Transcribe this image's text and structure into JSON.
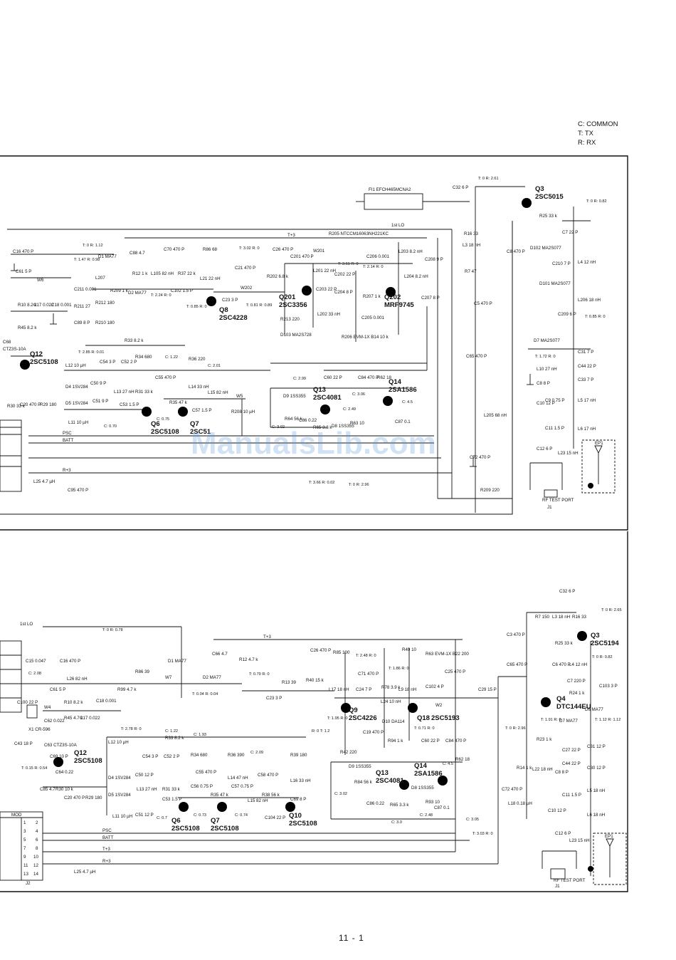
{
  "legend": [
    "C: COMMON",
    "T: TX",
    "R: RX"
  ],
  "page_number": "11 - 1",
  "watermark": "ManualsLib.com",
  "upper": {
    "transistors": [
      {
        "ref": "Q12",
        "type": "2SC5108"
      },
      {
        "ref": "Q8",
        "type": "2SC4228"
      },
      {
        "ref": "Q201",
        "type": "2SC3356"
      },
      {
        "ref": "Q202",
        "type": "MRF9745"
      },
      {
        "ref": "Q3",
        "type": "2SC5015"
      },
      {
        "ref": "Q13",
        "type": "2SC4081"
      },
      {
        "ref": "Q14",
        "type": "2SA1586"
      },
      {
        "ref": "Q6",
        "type": "2SC5108"
      },
      {
        "ref": "Q7",
        "type": "2SC51"
      }
    ],
    "filter": "FI1 EFCH465MCNA2",
    "rail_labels": [
      "1st LO",
      "T+3",
      "PSC",
      "BATT",
      "R+3"
    ],
    "port": "RF TEST PORT",
    "parts": [
      "C16 470 P",
      "C61 5 P",
      "W6",
      "R10 8.2 k",
      "C17 0.022",
      "C18 0.001",
      "R45 8.2 k",
      "C68",
      "CTZ3S-10A",
      "L12 10 µH",
      "D4 1SV284",
      "D5 1SV284",
      "R30 33 k",
      "C20 470 P",
      "R29 180",
      "L11 10 µH",
      "C95 470 P",
      "L25 4.7 µH",
      "C88 4.7",
      "D1 MA77",
      "C70 470 P",
      "R86 68",
      "R12 1 k",
      "R209 1 k",
      "D2 MA77",
      "L105 82 nH",
      "R37 22 k",
      "L21 22 nH",
      "C102 1.5 P",
      "L207",
      "C211 0.001",
      "R211 27",
      "R212 180",
      "R210 180",
      "C89 8 P",
      "C21 470 P",
      "C26 470 P",
      "C23 3 P",
      "W202",
      "R202 6.8 k",
      "C201 470 P",
      "R213 220",
      "D103 MA2S728",
      "L201 22 nH",
      "L202 33 nH",
      "C202 22 P",
      "C203 22 P",
      "C204 8 P",
      "R207 1 k",
      "C205 0.001",
      "R206 EVM-1X B14 10 k",
      "C206 0.001",
      "L203 8.2 nH",
      "L204 8.2 nH",
      "C207 8 P",
      "C208 9 P",
      "R205 NTCCM16063NH221KC",
      "W201",
      "R33 8.2 k",
      "C54 3 P",
      "C52 2 P",
      "R34 680",
      "R36 220",
      "C55 470 P",
      "L14 33 nH",
      "L13 27 nH",
      "R31 33 k",
      "C53 1.5 P",
      "R35 47 k",
      "C57 1.5 P",
      "L15 82 nH",
      "R208 10 µH",
      "W5",
      "C50 9 P",
      "C51 9 P",
      "C60 22 P",
      "C84 470 P",
      "R62 18",
      "D9 1SS355",
      "R64 56 k",
      "C86 0.22",
      "R65 3.3 k",
      "D8 1SS355",
      "R63 10",
      "C87 0.1",
      "C65 470 P",
      "L205 68 nH",
      "C72 470 P",
      "R209 220",
      "C32 6 P",
      "R16 33",
      "L3 18 nH",
      "R7 47",
      "C5 470 P",
      "R25 33 k",
      "C7 22 P",
      "C8 470 P",
      "D102 MA2S077",
      "L4 12 nH",
      "C210 7 P",
      "D101 MA2S077",
      "L206 18 nH",
      "C209 6 P",
      "D7 MA2S077",
      "C31 7 P",
      "C44 22 P",
      "C33 7 P",
      "L10 27 nH",
      "C8 8 P",
      "C9 0.75 P",
      "C10 12 P",
      "C11 1.5 P",
      "C12 6 P",
      "L5 17 nH",
      "L6 17 nH",
      "L23 15 nH",
      "EP1",
      "J1"
    ],
    "voltages": [
      "T: 0 R: 1.12",
      "T: 1.47 R: 0.98",
      "T: 2.24 R: 0",
      "T: 0.85 R: 0",
      "T: 3.02 R: 0",
      "T: 0.81 R: 0.89",
      "T: 3.61 R: 0",
      "T: 2.14 R: 0",
      "T: 2.85 R: 0.01",
      "C: 1.22",
      "C: 2.01",
      "C: 0.75",
      "C: 0.70",
      "C: 2.99",
      "C: 3.06",
      "C: 2.49",
      "C: 4.5",
      "C: 3.02",
      "T: 3.66 R: 0.02",
      "T: 0 R: 2.96",
      "T: 0 R: 2.61",
      "T: 0 R: 0.82",
      "T: 0.85 R: 0",
      "T: 1.72 R: 0"
    ]
  },
  "lower": {
    "transistors": [
      {
        "ref": "Q12",
        "type": "2SC5108"
      },
      {
        "ref": "Q9",
        "type": "2SC4226"
      },
      {
        "ref": "Q18",
        "type": "2SC5193"
      },
      {
        "ref": "Q3",
        "type": "2SC5194"
      },
      {
        "ref": "Q4",
        "type": "DTC144EU"
      },
      {
        "ref": "Q13",
        "type": "2SC4081"
      },
      {
        "ref": "Q14",
        "type": "2SA1586"
      },
      {
        "ref": "Q6",
        "type": "2SC5108"
      },
      {
        "ref": "Q7",
        "type": "2SC5108"
      },
      {
        "ref": "Q10",
        "type": "2SC5108"
      }
    ],
    "connector": "J2",
    "connector_title": "MOD",
    "connector_pins": [
      "1",
      "2",
      "3",
      "4",
      "5",
      "6",
      "7",
      "8",
      "9",
      "10",
      "11",
      "12",
      "13",
      "14"
    ],
    "rail_labels": [
      "1st LO",
      "T+3",
      "PSC",
      "BATT",
      "R+3"
    ],
    "port": "RF TEST PORT",
    "parts": [
      "C15 0.047",
      "C16 470 P",
      "L26 82 nH",
      "C61 5 P",
      "W4",
      "R10 8.2 k",
      "C18 0.001",
      "C100 22 P",
      "R45 4.7 k",
      "C62 0.022",
      "C17 0.022",
      "X1 CR-596",
      "C43 18 P",
      "C63 CTZ3S-10A",
      "C69 10 P",
      "C64 0.22",
      "C85 4.7",
      "R30 10 k",
      "C20 470 P",
      "R29 180",
      "D1 MA77",
      "C66 4.7",
      "R12 4.7 k",
      "R86 39",
      "W7",
      "R99 4.7 k",
      "D2 MA77",
      "C26 470 P",
      "R13 39",
      "C23 3 P",
      "R40 15 k",
      "R85 100",
      "L17 18 nH",
      "C71 470 P",
      "C24 7 P",
      "R42 220",
      "C19 470 P",
      "R49 10",
      "R63 EVM-1X B22 200",
      "C25 470 P",
      "R78 3.9 k",
      "L9 18 nH",
      "C102 4 P",
      "L24 10 nH",
      "D10 DA114",
      "W2",
      "R94 1 k",
      "C60 22 P",
      "C84 470 P",
      "R62 18",
      "C29 15 P",
      "L12 10 µH",
      "R33 8.2 k",
      "C54 3 P",
      "C52 2 P",
      "R34 680",
      "R36 390",
      "D4 1SV284",
      "C50 12 P",
      "L13 27 nH",
      "R31 33 k",
      "C53 1.5 P",
      "D5 1SV284",
      "L11 10 µH",
      "C51 12 P",
      "C55 470 P",
      "L14 47 nH",
      "C56 0.75 P",
      "C57 0.75 P",
      "R35 47 k",
      "L15 82 nH",
      "R38 56 k",
      "C58 470 P",
      "R39 180",
      "L16 33 nH",
      "C104 22 P",
      "C69 8 P",
      "D9 1SS355",
      "R84 56 k",
      "C86 0.22",
      "R65 3.3 k",
      "D8 1SS355",
      "R93 10",
      "C87 0.1",
      "L25 4.7 µH",
      "C32 6 P",
      "R7 150",
      "L3 18 nH",
      "R16 33",
      "C3 470 P",
      "C65 470 P",
      "R25 33 k",
      "C6 470 P",
      "C7 220 P",
      "L4 12 nH",
      "C103 3 P",
      "R24 1 k",
      "D6 MA77",
      "D7 MA77",
      "R23 1 k",
      "C27 22 P",
      "R14 1 k",
      "L22 18 nH",
      "C8 8 P",
      "C72 470 P",
      "L18 0.18 µH",
      "C44 22 P",
      "C31 12 P",
      "C30 12 P",
      "L5 18 nH",
      "C11 1.5 P",
      "C10 12 P",
      "L6 18 nH",
      "C12 6 P",
      "L23 15 nH",
      "EP1",
      "J1"
    ],
    "voltages": [
      "T: 0 R: 0.78",
      "T: 0 R: 2.65",
      "T: 0 R: 0.82",
      "C: 2.08",
      "T: 0.15 R: 0.54",
      "T: 2.78 R: 0",
      "C: 1.22",
      "C: 1.93",
      "C: 2.09",
      "C: 0.7",
      "C: 0.73",
      "C: 0.74",
      "T: 0.79 R: 0",
      "T: 0.04 R: 0.04",
      "T: 2.48 R: 0",
      "T: 1.86 R: 0",
      "T: 1.95 R: 0",
      "R: 0 T: 1.2",
      "T: 0.71 R: 0",
      "C: 4.5",
      "C: 3.02",
      "C: 3.0",
      "C: 2.48",
      "C: 3.05",
      "T: 3.03 R: 0",
      "T: 0 R: 2.96",
      "T: 1.91 R: 0",
      "T: 1.12 R: 1.12"
    ]
  }
}
